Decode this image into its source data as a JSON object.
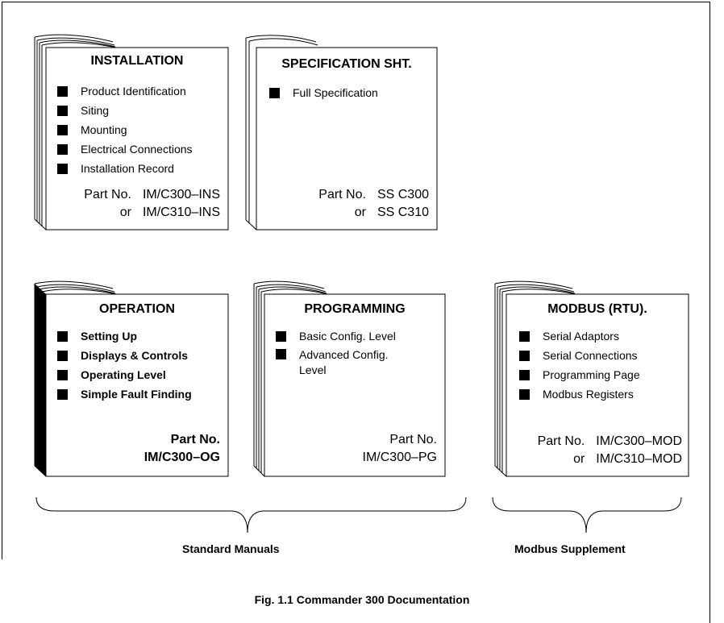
{
  "books": {
    "installation": {
      "title": "INSTALLATION",
      "items": [
        "Product Identification",
        "Siting",
        "Mounting",
        "Electrical Connections",
        "Installation Record"
      ],
      "part_label": "Part No.",
      "part_no_1": "IM/C300–INS",
      "or_label": "or",
      "part_no_2": "IM/C310–INS"
    },
    "specification": {
      "title": "SPECIFICATION SHT.",
      "items": [
        "Full Specification"
      ],
      "part_label": "Part No.",
      "part_no_1": "SS C300",
      "or_label": "or",
      "part_no_2": "SS C310"
    },
    "operation": {
      "title": "OPERATION",
      "items": [
        "Setting Up",
        "Displays & Controls",
        "Operating Level",
        "Simple Fault Finding"
      ],
      "part_label": "Part No.",
      "part_no_1": "IM/C300–OG"
    },
    "programming": {
      "title": "PROGRAMMING",
      "items": [
        "Basic Config. Level",
        "Advanced Config. Level"
      ],
      "part_label": "Part No.",
      "part_no_1": "IM/C300–PG"
    },
    "modbus": {
      "title": "MODBUS (RTU).",
      "items": [
        "Serial Adaptors",
        "Serial Connections",
        "Programming Page",
        "Modbus Registers"
      ],
      "part_label": "Part No.",
      "part_no_1": "IM/C300–MOD",
      "or_label": "or",
      "part_no_2": "IM/C310–MOD"
    }
  },
  "groups": {
    "standard": "Standard Manuals",
    "modbus": "Modbus Supplement"
  },
  "caption": "Fig. 1.1 Commander 300 Documentation"
}
